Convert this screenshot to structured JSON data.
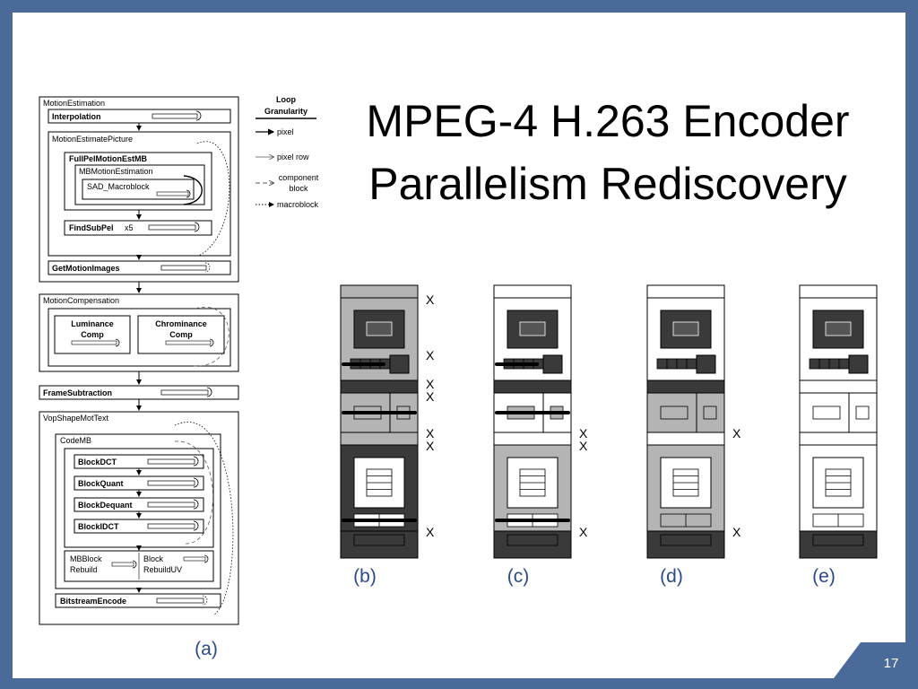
{
  "slide": {
    "title_line1": "MPEG-4 H.263 Encoder",
    "title_line2": "Parallelism Rediscovery",
    "page_number": "17",
    "colors": {
      "frame": "#4a6a9a",
      "dark": "#3a3a3a",
      "mid": "#b4b4b4",
      "light": "#d8d8d8"
    }
  },
  "legend": {
    "title_line1": "Loop",
    "title_line2": "Granularity",
    "items": [
      {
        "label_lines": [
          "pixel"
        ],
        "style": "solid"
      },
      {
        "label_lines": [
          "pixel row"
        ],
        "style": "thin"
      },
      {
        "label_lines": [
          "component",
          "block"
        ],
        "style": "dashed"
      },
      {
        "label_lines": [
          "macroblock"
        ],
        "style": "dotted"
      }
    ]
  },
  "diagram_a": {
    "caption": "(a)",
    "motion_estimation": "MotionEstimation",
    "interpolation": "Interpolation",
    "motion_estimate_picture": "MotionEstimatePicture",
    "full_pel": "FullPelMotionEstMB",
    "mb_motion_estimation": "MBMotionEstimation",
    "sad_macroblock": "SAD_Macroblock",
    "find_sub_pel": "FindSubPel",
    "find_sub_pel_suffix": "x5",
    "get_motion_images": "GetMotionImages",
    "motion_compensation": "MotionCompensation",
    "luminance_comp": [
      "Luminance",
      "Comp"
    ],
    "chrominance_comp": [
      "Chrominance",
      "Comp"
    ],
    "frame_subtraction": "FrameSubtraction",
    "vop_shape_mot_text": "VopShapeMotText",
    "code_mb": "CodeMB",
    "block_dct": "BlockDCT",
    "block_quant": "BlockQuant",
    "block_dequant": "BlockDequant",
    "block_idct": "BlockIDCT",
    "mb_block_rebuild": [
      "MBBlock",
      "Rebuild"
    ],
    "block_rebuild_uv": [
      "Block",
      "RebuildUV"
    ],
    "bitstream_encode": "BitstreamEncode"
  },
  "variants": [
    {
      "caption": "(b)",
      "marks": [
        "X",
        "X",
        "X",
        "X",
        "X",
        "X",
        "X"
      ],
      "mark_rows": [
        0,
        1,
        2,
        3,
        4,
        5,
        6
      ]
    },
    {
      "caption": "(c)",
      "marks": [
        "X",
        "X",
        "X"
      ],
      "mark_rows": [
        4,
        5,
        6
      ]
    },
    {
      "caption": "(d)",
      "marks": [
        "X",
        "X"
      ],
      "mark_rows": [
        4,
        6
      ]
    },
    {
      "caption": "(e)",
      "marks": [],
      "mark_rows": []
    }
  ]
}
